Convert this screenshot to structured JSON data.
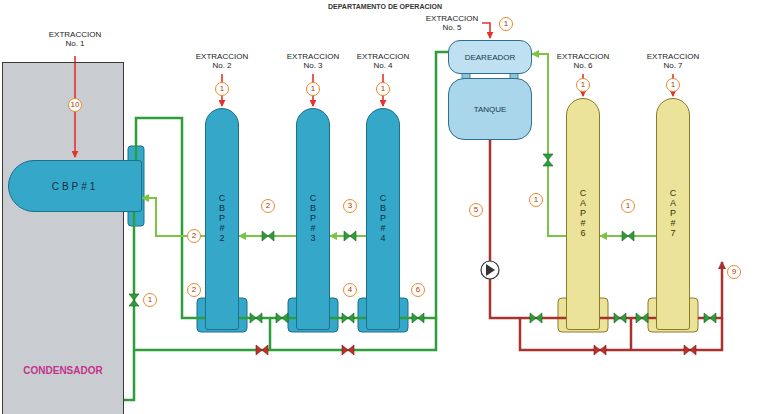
{
  "diagram": {
    "title": "DEPARTAMENTO DE OPERACION",
    "nodes": [
      {
        "text": [
          "CONDENSADOR"
        ]
      },
      {
        "text": [
          "CBP#1"
        ]
      },
      {
        "text": [
          "CBP#2"
        ]
      },
      {
        "text": [
          "CBP#3"
        ]
      },
      {
        "text": [
          "CBP#4"
        ]
      },
      {
        "text": [
          "DEAREADOR"
        ]
      },
      {
        "text": [
          "TANQUE"
        ]
      },
      {
        "text": [
          "CAP#6"
        ]
      },
      {
        "text": [
          "CAP#7"
        ]
      }
    ],
    "edges": [
      {
        "from": 0,
        "to": 1,
        "arrow": "none"
      },
      {
        "from": 1,
        "to": 2,
        "arrow": "none"
      },
      {
        "from": 2,
        "to": 3,
        "arrow": "none"
      },
      {
        "from": 3,
        "to": 4,
        "arrow": "none"
      },
      {
        "from": 4,
        "to": 5,
        "arrow": "none"
      },
      {
        "from": 6,
        "to": 7,
        "arrow": "none"
      },
      {
        "from": 7,
        "to": 8,
        "arrow": "none"
      },
      {
        "from": 4,
        "to": 3,
        "arrow": "to"
      },
      {
        "from": 3,
        "to": 2,
        "arrow": "to"
      },
      {
        "from": 2,
        "to": 1,
        "arrow": "to"
      },
      {
        "from": 8,
        "to": 7,
        "arrow": "to"
      },
      {
        "from": 7,
        "to": 5,
        "arrow": "to"
      }
    ],
    "labels": [
      "EXTRACCION No. 1",
      "10",
      "EXTRACCION No. 2",
      "1",
      "EXTRACCION No. 3",
      "1",
      "EXTRACCION No. 4",
      "1",
      "EXTRACCION No. 5",
      "1",
      "EXTRACCION No. 6",
      "1",
      "EXTRACCION No. 7",
      "1",
      "1",
      "2",
      "2",
      "2",
      "3",
      "4",
      "6",
      "5",
      "1",
      "1",
      "9"
    ]
  }
}
